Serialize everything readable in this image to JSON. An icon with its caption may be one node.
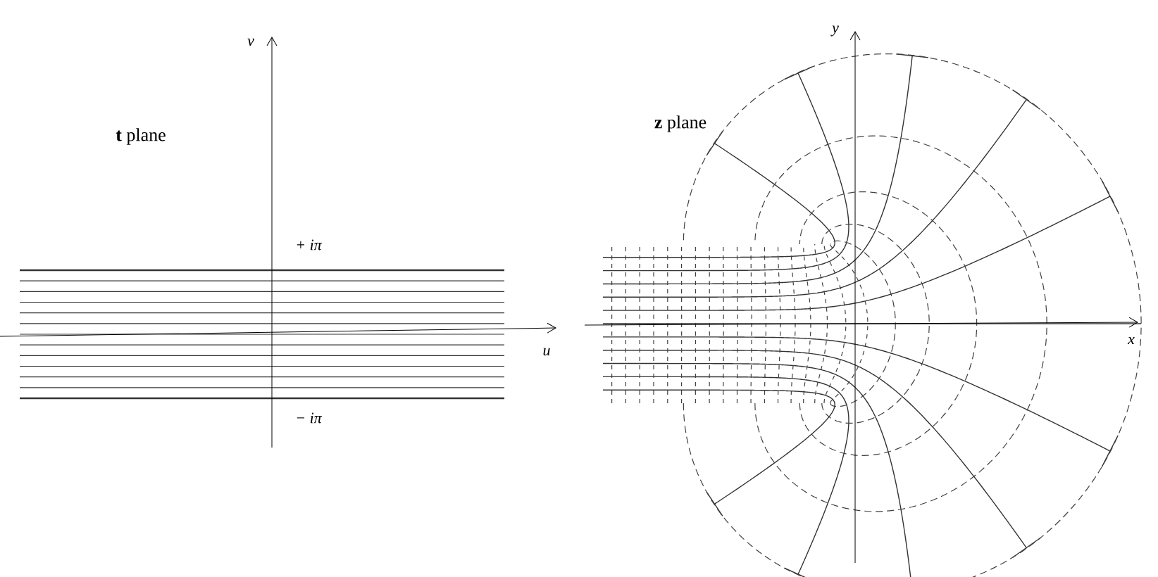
{
  "diagram": {
    "labels": [
      "v",
      "**t** plane",
      "+ iπ",
      "u",
      "− iπ",
      "y",
      "**z** plane",
      "x"
    ]
  }
}
